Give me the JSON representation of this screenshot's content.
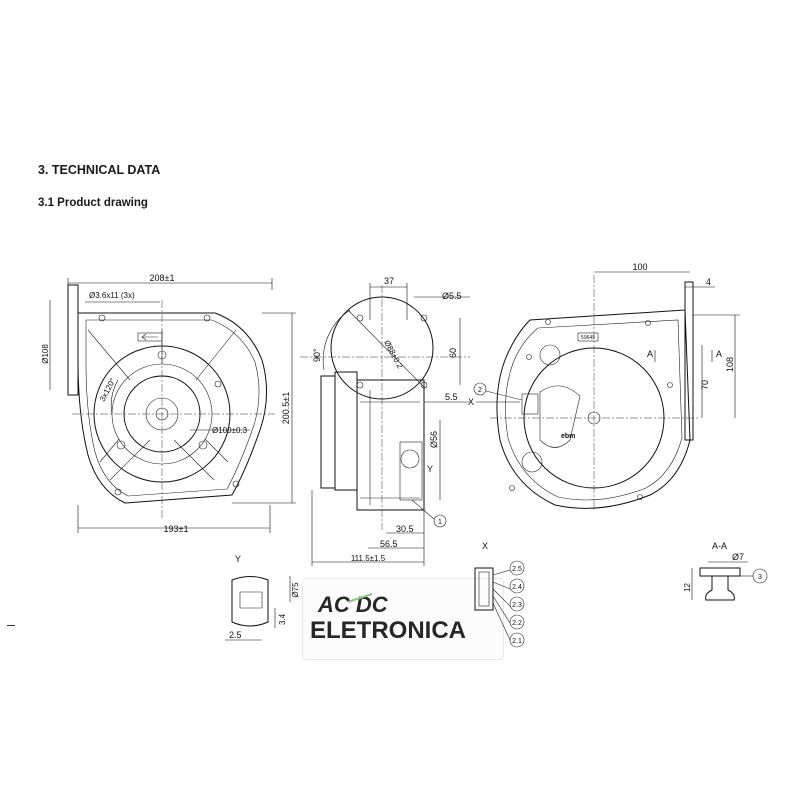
{
  "heading": {
    "section": "3. TECHNICAL DATA",
    "subsection": "3.1 Product drawing"
  },
  "front_view": {
    "width_label": "208±1",
    "bottom_width_label": "193±1",
    "height_label": "200.5±1",
    "flange_label": "Ø108",
    "holes_label": "Ø3.6x11 (3x)",
    "angle_label": "3x120°",
    "hub_label": "Ø100±0.3"
  },
  "side_view": {
    "top_label": "37",
    "bolt_label": "Ø5.5",
    "angle_label": "90°",
    "pitch_label": "Ø88±0.2",
    "height_label": "60",
    "offset_label": "5.5",
    "inlet_label": "Ø56",
    "detail_label": "Y",
    "d1_label": "30.5",
    "d2_label": "56.5",
    "total_label": "111.5±1.5",
    "callout": "1"
  },
  "rear_view": {
    "top_label": "100",
    "flange_t_label": "4",
    "section_label": "A",
    "height_label": "70",
    "outlet_label": "108",
    "x_label": "X",
    "callout": "2",
    "brand": "ebm",
    "plate_text": "59649"
  },
  "detail_y": {
    "title": "Y",
    "dia_label": "Ø75",
    "h_label": "3.4",
    "w_label": "2.5"
  },
  "detail_x": {
    "title": "X",
    "pins": [
      "2.5",
      "2.4",
      "2.3",
      "2.2",
      "2.1"
    ]
  },
  "section_aa": {
    "title": "A-A",
    "dia_label": "Ø7",
    "h_label": "12",
    "callout": "3"
  },
  "watermark": {
    "line1": "AC DC",
    "line2": "ELETRONICA",
    "color": "#7fc37a"
  }
}
